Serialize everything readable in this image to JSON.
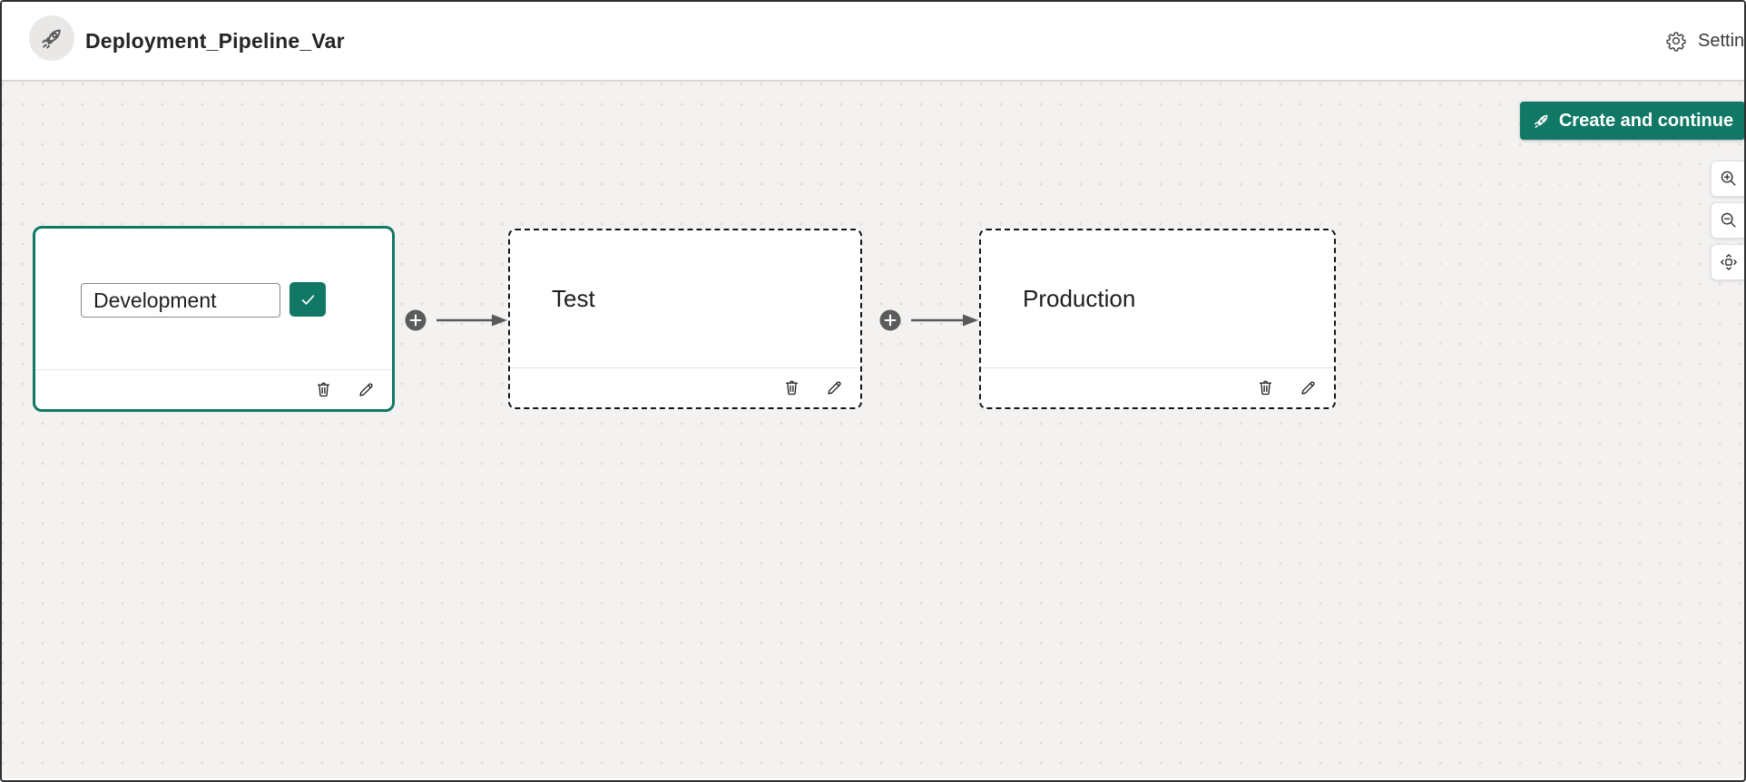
{
  "header": {
    "title": "Deployment_Pipeline_Var",
    "app_icon": "rocket",
    "settings": {
      "icon": "gear",
      "label": "Settings"
    }
  },
  "toolbar": {
    "create_button": {
      "icon": "rocket",
      "label": "Create and continue"
    }
  },
  "canvas": {
    "controls": [
      {
        "icon": "zoom-in"
      },
      {
        "icon": "zoom-out"
      },
      {
        "icon": "fit-view"
      }
    ],
    "stages": [
      {
        "name": "Development",
        "state": "editing",
        "input_value": "Development",
        "confirm_icon": "checkmark",
        "actions": [
          "delete",
          "edit"
        ]
      },
      {
        "name": "Test",
        "state": "placeholder",
        "actions": [
          "delete",
          "edit"
        ]
      },
      {
        "name": "Production",
        "state": "placeholder",
        "actions": [
          "delete",
          "edit"
        ]
      }
    ],
    "connectors": [
      {
        "icon": "plus",
        "arrow": "right"
      },
      {
        "icon": "plus",
        "arrow": "right"
      }
    ]
  },
  "colors": {
    "accent": "#117865",
    "header_bg": "#ffffff",
    "canvas_bg": "#f3f2f1",
    "dot_grid": "#dcdad8",
    "connector_gray": "#5c5b5a",
    "dashed_border": "#161514"
  }
}
